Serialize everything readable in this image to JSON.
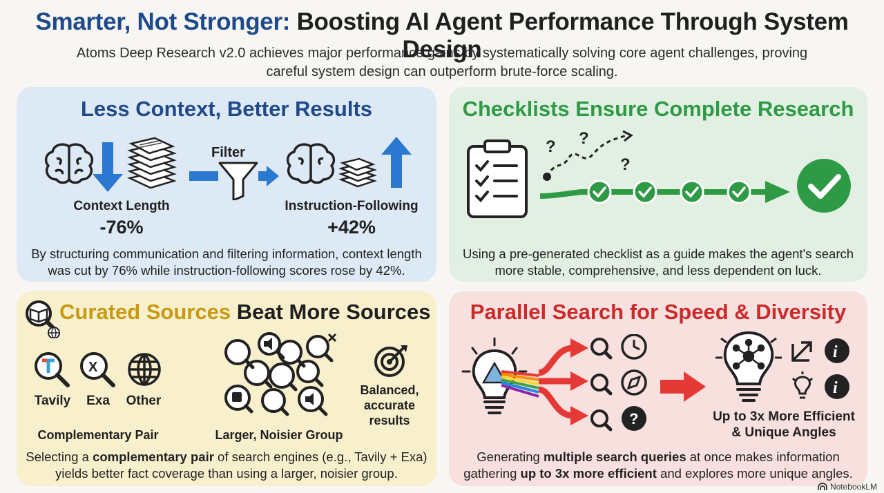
{
  "header": {
    "title_accent": "Smarter, Not Stronger:",
    "title_rest": " Boosting AI Agent Performance Through System Design",
    "subtitle": "Atoms Deep Research v2.0 achieves major performance gains by systematically solving core agent challenges, proving careful system design can outperform brute-force scaling."
  },
  "context_panel": {
    "title": "Less Context, Better Results",
    "filter_label": "Filter",
    "metric_left_label": "Context Length",
    "metric_left_value": "-76%",
    "metric_right_label": "Instruction-Following",
    "metric_right_value": "+42%",
    "description": "By structuring communication and filtering information, context length was cut by 76% while instruction-following scores rose by 42%."
  },
  "checklist_panel": {
    "title": "Checklists Ensure Complete Research",
    "description": "Using a pre-generated checklist as a guide makes the agent's search more stable, comprehensive, and less dependent on luck."
  },
  "sources_panel": {
    "title_accent": "Curated Sources",
    "title_rest": " Beat More Sources",
    "engines": [
      "Tavily",
      "Exa",
      "Other"
    ],
    "left_caption": "Complementary Pair",
    "mid_caption": "Larger, Noisier Group",
    "right_caption": "Balanced, accurate results",
    "desc_pre": "Selecting a ",
    "desc_bold": "complementary pair",
    "desc_post": " of search engines (e.g., Tavily + Exa) yields better fact coverage than using a larger, noisier group."
  },
  "parallel_panel": {
    "title": "Parallel Search for Speed & Diversity",
    "result_caption": "Up to 3x More Efficient & Unique Angles",
    "desc_1": "Generating ",
    "desc_bold_1": "multiple search queries",
    "desc_2": " at once makes information gathering ",
    "desc_bold_2": "up to 3x more efficient",
    "desc_3": " and explores more unique angles."
  },
  "footer": {
    "brand": "NotebookLM"
  },
  "colors": {
    "blue_accent": "#1f4a8a",
    "arrow_blue": "#2b78d0",
    "green_accent": "#2f9a45",
    "gold_accent": "#c79a12",
    "red_accent": "#cc2a2a"
  }
}
